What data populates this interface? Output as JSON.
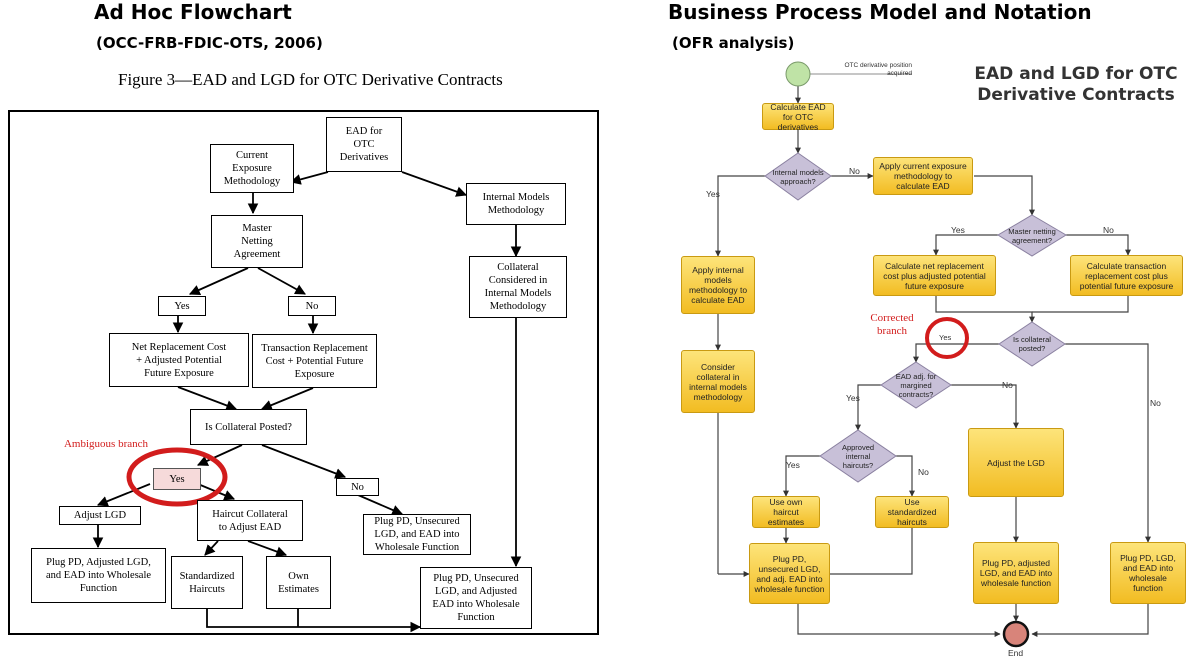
{
  "left": {
    "title": "Ad Hoc Flowchart",
    "subtitle": "(OCC-FRB-FDIC-OTS, 2006)",
    "figure_title": "Figure 3—EAD and LGD for OTC Derivative Contracts",
    "annotation": "Ambiguous branch",
    "nodes": {
      "ead_line1": "EAD for",
      "ead_line2": "OTC",
      "ead_line3": "Derivatives",
      "cem_line1": "Current",
      "cem_line2": "Exposure",
      "cem_line3": "Methodology",
      "imm_line1": "Internal Models",
      "imm_line2": "Methodology",
      "mna_line1": "Master",
      "mna_line2": "Netting",
      "mna_line3": "Agreement",
      "coll_line1": "Collateral",
      "coll_line2": "Considered in",
      "coll_line3": "Internal Models",
      "coll_line4": "Methodology",
      "yes1": "Yes",
      "no1": "No",
      "net_line1": "Net Replacement Cost",
      "net_line2": "+ Adjusted Potential",
      "net_line3": "Future Exposure",
      "trc_line1": "Transaction Replacement",
      "trc_line2": "Cost + Potential Future",
      "trc_line3": "Exposure",
      "posted": "Is Collateral Posted?",
      "yes2": "Yes",
      "no2": "No",
      "adj_lgd": "Adjust LGD",
      "haircut_line1": "Haircut Collateral",
      "haircut_line2": "to Adjust EAD",
      "plug_unsec_line1": "Plug PD, Unsecured",
      "plug_unsec_line2": "LGD, and EAD into",
      "plug_unsec_line3": "Wholesale Function",
      "plug_adj_line1": "Plug PD, Adjusted LGD,",
      "plug_adj_line2": "and EAD into Wholesale",
      "plug_adj_line3": "Function",
      "std_line1": "Standardized",
      "std_line2": "Haircuts",
      "own_line1": "Own",
      "own_line2": "Estimates",
      "plug_final_line1": "Plug PD, Unsecured",
      "plug_final_line2": "LGD, and Adjusted",
      "plug_final_line3": "EAD into Wholesale",
      "plug_final_line4": "Function"
    }
  },
  "right": {
    "title": "Business Process Model and Notation",
    "subtitle": "(OFR analysis)",
    "diagram_title_line1": "EAD and LGD for OTC",
    "diagram_title_line2": "Derivative Contracts",
    "start_label_line1": "OTC derivative position",
    "start_label_line2": "acquired",
    "annotation_line1": "Corrected",
    "annotation_line2": "branch",
    "end_label": "End",
    "nodes": {
      "calc_ead": "Calculate EAD for OTC derivatives",
      "gw_internal": "Internal models approach?",
      "apply_cem": "Apply current exposure methodology to calculate EAD",
      "gw_master": "Master netting agreement?",
      "apply_imm": "Apply internal models methodology to calculate EAD",
      "calc_net": "Calculate net replacement cost plus adjusted potential future exposure",
      "calc_trc": "Calculate transaction replacement cost plus potential future exposure",
      "gw_posted": "Is collateral posted?",
      "consider": "Consider collateral in internal models methodology",
      "gw_margined": "EAD adj. for margined contracts?",
      "gw_haircuts": "Approved internal haircuts?",
      "adjust_lgd": "Adjust the LGD",
      "own_haircut": "Use own haircut estimates",
      "std_haircut": "Use standardized haircuts",
      "plug_unsec": "Plug PD, unsecured LGD, and adj. EAD into wholesale function",
      "plug_adj": "Plug PD, adjusted LGD, and EAD into wholesale function",
      "plug_plain": "Plug PD, LGD, and EAD into wholesale function"
    },
    "edge_labels": {
      "yes_internal": "Yes",
      "no_internal": "No",
      "yes_master": "Yes",
      "no_master": "No",
      "yes_posted": "Yes",
      "no_posted": "No",
      "yes_margined": "Yes",
      "no_margined": "No",
      "yes_haircuts": "Yes",
      "no_haircuts": "No"
    }
  },
  "colors": {
    "annotation_red": "#d21c1c",
    "task_fill": "#f7cd3a",
    "gateway_fill": "#c8c0d8",
    "start_event": "#bfe3a6",
    "end_event": "#d8847a"
  }
}
